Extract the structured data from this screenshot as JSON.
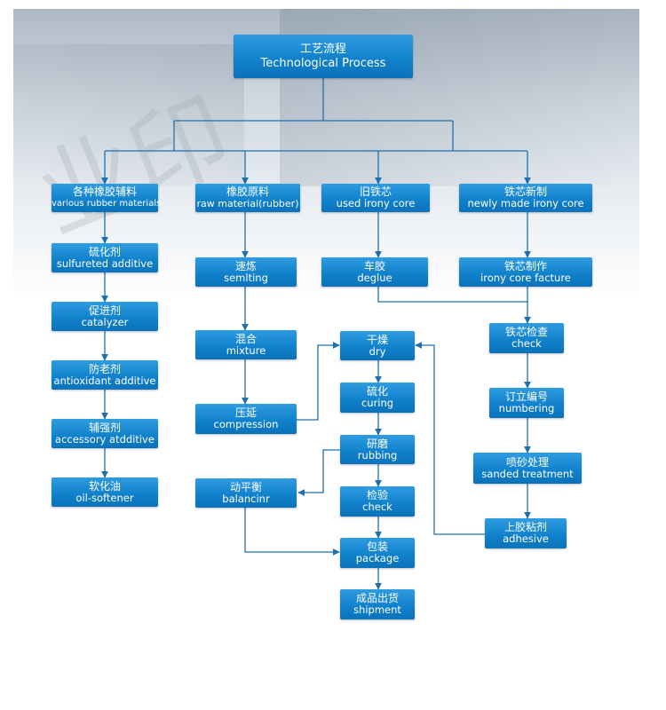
{
  "accent_color": "#1182cc",
  "line_color": "#1f6fb0",
  "watermark": "业印",
  "nodes": {
    "root": {
      "zh": "工艺流程",
      "en": "Technological Process"
    },
    "rubber_materials": {
      "zh": "各种橡胶辅料",
      "en": "various rubber materials"
    },
    "raw_material": {
      "zh": "橡胶原料",
      "en": "raw material(rubber)"
    },
    "used_core": {
      "zh": "旧铁芯",
      "en": "used irony core"
    },
    "new_core": {
      "zh": "铁芯新制",
      "en": "newly made irony core"
    },
    "sulfureted": {
      "zh": "硫化剂",
      "en": "sulfureted additive"
    },
    "catalyzer": {
      "zh": "促进剂",
      "en": "catalyzer"
    },
    "antioxidant": {
      "zh": "防老剂",
      "en": "antioxidant additive"
    },
    "accessory": {
      "zh": "辅强剂",
      "en": "accessory atdditive"
    },
    "oil_softener": {
      "zh": "软化油",
      "en": "oil-softener"
    },
    "semlting": {
      "zh": "速炼",
      "en": "semlting"
    },
    "mixture": {
      "zh": "混合",
      "en": "mixture"
    },
    "compression": {
      "zh": "压延",
      "en": "compression"
    },
    "balancinr": {
      "zh": "动平衡",
      "en": "balancinr"
    },
    "deglue": {
      "zh": "车胶",
      "en": "deglue"
    },
    "dry": {
      "zh": "干燥",
      "en": "dry"
    },
    "curing": {
      "zh": "硫化",
      "en": "curing"
    },
    "rubbing": {
      "zh": "研磨",
      "en": "rubbing"
    },
    "check_b": {
      "zh": "检验",
      "en": "check"
    },
    "package": {
      "zh": "包装",
      "en": "package"
    },
    "shipment": {
      "zh": "成品出货",
      "en": "shipment"
    },
    "core_facture": {
      "zh": "铁芯制作",
      "en": "irony core facture"
    },
    "check_a": {
      "zh": "铁芯检查",
      "en": "check"
    },
    "numbering": {
      "zh": "订立编号",
      "en": "numbering"
    },
    "sanded": {
      "zh": "喷砂处理",
      "en": "sanded treatment"
    },
    "adhesive": {
      "zh": "上胶粘剂",
      "en": "adhesive"
    }
  }
}
